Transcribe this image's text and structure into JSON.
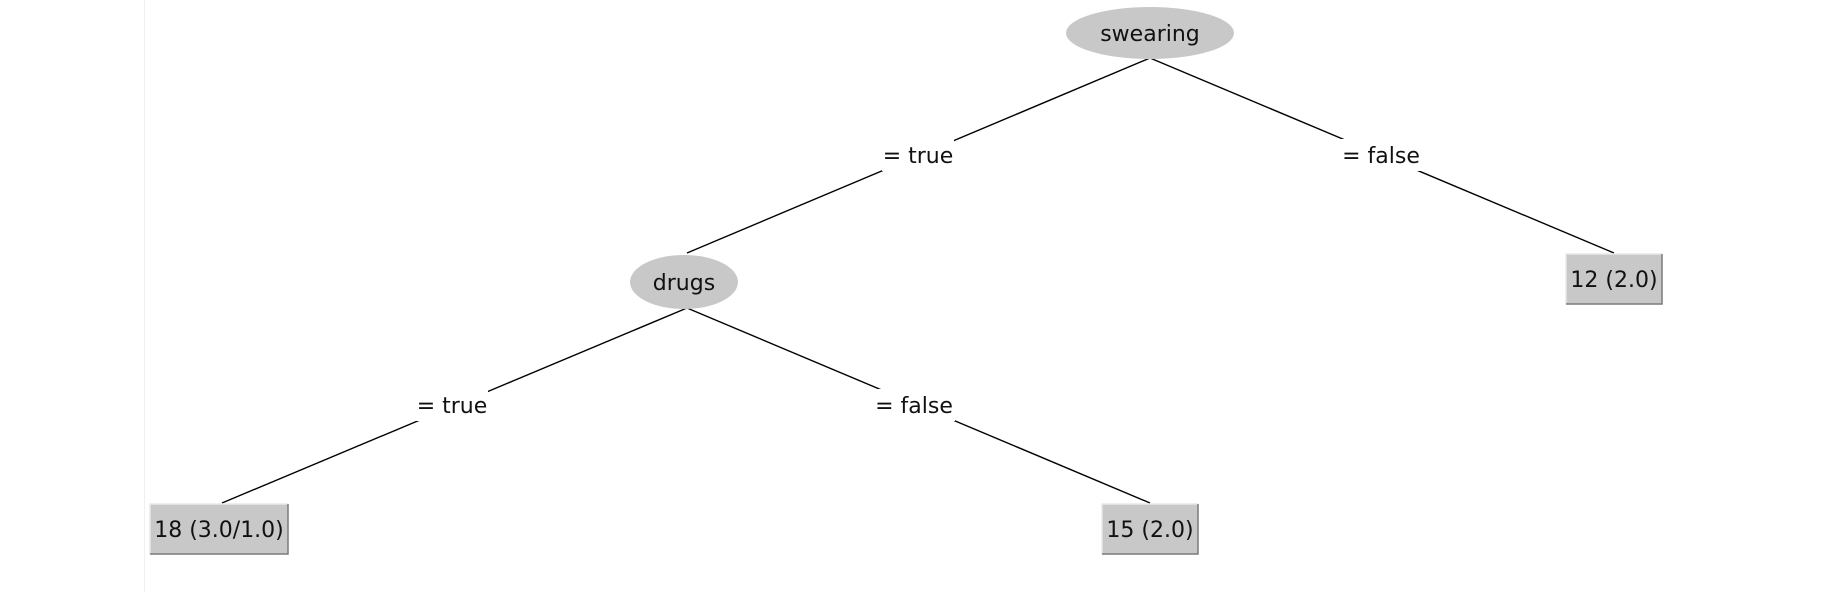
{
  "tree": {
    "nodes": [
      {
        "id": "swearing",
        "label": "swearing",
        "kind": "decision"
      },
      {
        "id": "drugs",
        "label": "drugs",
        "kind": "decision"
      },
      {
        "id": "leaf12",
        "label": "12 (2.0)",
        "kind": "leaf"
      },
      {
        "id": "leaf18",
        "label": "18 (3.0/1.0)",
        "kind": "leaf"
      },
      {
        "id": "leaf15",
        "label": "15 (2.0)",
        "kind": "leaf"
      }
    ],
    "edges": [
      {
        "from": "swearing",
        "to": "drugs",
        "label": "= true"
      },
      {
        "from": "swearing",
        "to": "leaf12",
        "label": "= false"
      },
      {
        "from": "drugs",
        "to": "leaf18",
        "label": "= true"
      },
      {
        "from": "drugs",
        "to": "leaf15",
        "label": "= false"
      }
    ],
    "colors": {
      "node_fill": "#c8c8c8",
      "line": "#000000",
      "text": "#111111"
    }
  }
}
